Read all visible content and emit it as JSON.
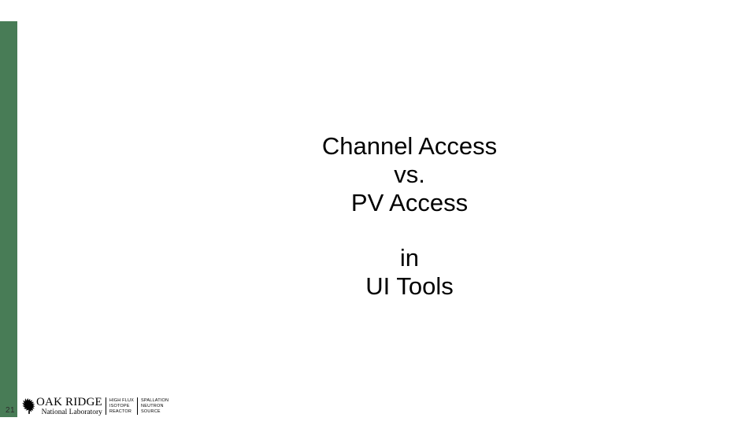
{
  "slide": {
    "page_number": "21",
    "accent_color": "#487C56",
    "background_color": "#ffffff",
    "text_color": "#000000",
    "body_lines": [
      {
        "text": "Channel Access",
        "type": "text"
      },
      {
        "text": "vs.",
        "type": "text"
      },
      {
        "text": "PV Access",
        "type": "text"
      },
      {
        "text": "",
        "type": "spacer"
      },
      {
        "text": "in",
        "type": "text"
      },
      {
        "text": "UI Tools",
        "type": "text"
      }
    ]
  },
  "logo": {
    "leaf_icon": "oak-leaf-icon",
    "wordmark_line1": "OAK RIDGE",
    "wordmark_line2": "National Laboratory",
    "facilities": [
      {
        "lines": [
          "HIGH FLUX",
          "ISOTOPE",
          "REACTOR"
        ]
      },
      {
        "lines": [
          "SPALLATION",
          "NEUTRON",
          "SOURCE"
        ]
      }
    ]
  }
}
